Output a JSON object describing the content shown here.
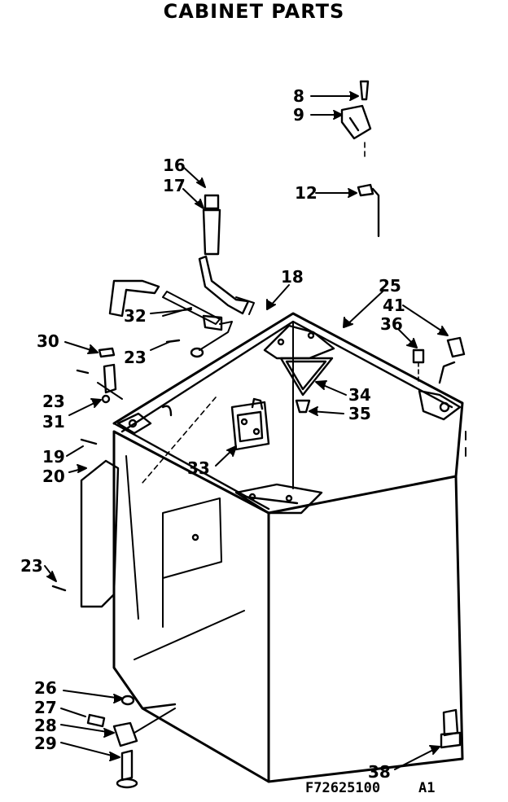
{
  "title": "CABINET PARTS",
  "drawing_number": "F72625100",
  "revision": "A1",
  "callouts": [
    "8",
    "9",
    "12",
    "16",
    "17",
    "18",
    "25",
    "41",
    "36",
    "30",
    "32",
    "23",
    "34",
    "35",
    "31",
    "19",
    "20",
    "33",
    "26",
    "27",
    "28",
    "29",
    "38"
  ]
}
